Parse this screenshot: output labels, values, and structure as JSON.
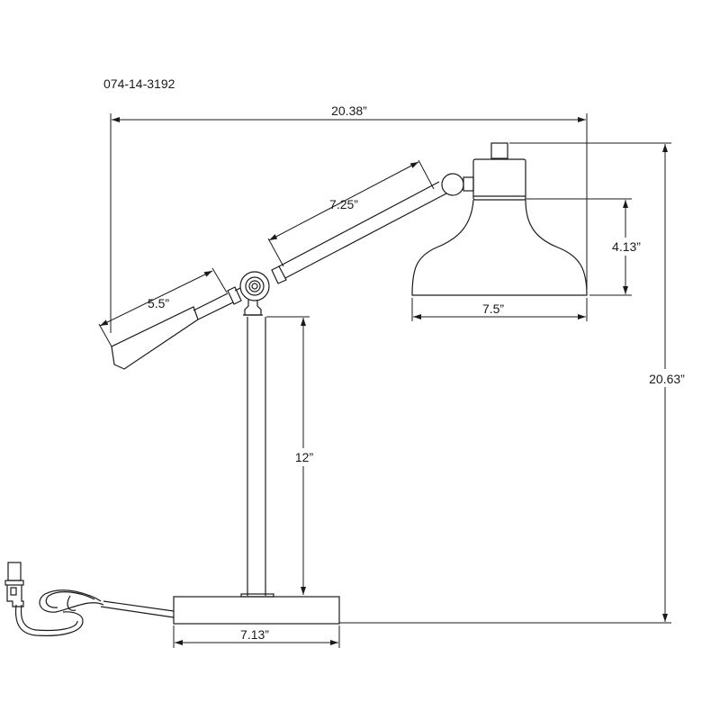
{
  "model_number": "074-14-3192",
  "dimensions": {
    "overall_width": "20.38”",
    "overall_height": "20.63”",
    "upper_arm": "7.25”",
    "lower_arm": "5.5”",
    "shade_height": "4.13”",
    "shade_width": "7.5”",
    "stem_height": "12”",
    "base_width": "7.13”"
  }
}
